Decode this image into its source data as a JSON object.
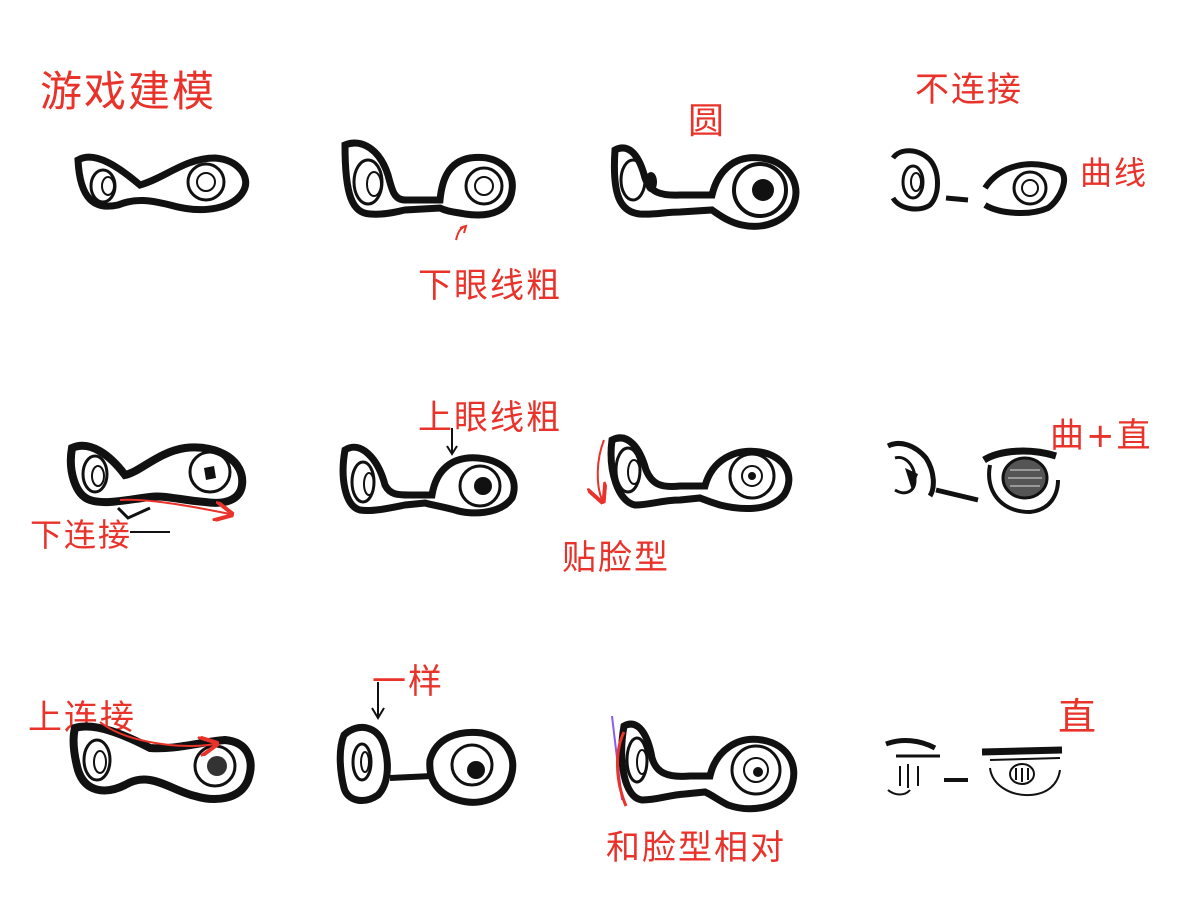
{
  "title": "游戏建模",
  "row1": {
    "circle": "圆",
    "not_connected": "不连接",
    "curve": "曲线",
    "lower_line_thick": "下眼线粗"
  },
  "row2": {
    "upper_line_thick": "上眼线粗",
    "curve_straight": "曲+直",
    "lower_connect": "下连接",
    "fit_face": "贴脸型"
  },
  "row3": {
    "upper_connect": "上连接",
    "same": "一样",
    "straight": "直",
    "relative_face": "和脸型相对"
  },
  "colors": {
    "ink": "#111111",
    "annotation": "#e8322a",
    "guide_purple": "#8a5cf0"
  }
}
